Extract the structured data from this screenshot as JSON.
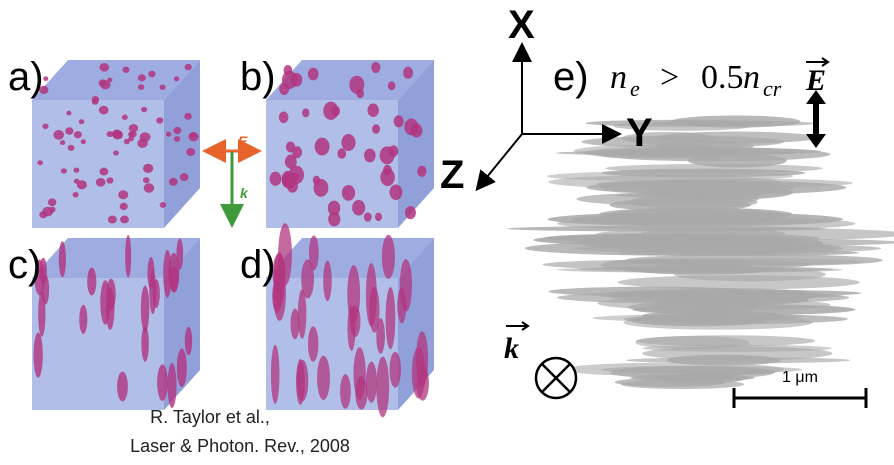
{
  "panels": {
    "a": "a)",
    "b": "b)",
    "c": "c)",
    "d": "d)",
    "e": "e)"
  },
  "small_axes": {
    "e_label": "E",
    "k_label": "k",
    "e_color": "#e8632b",
    "k_color": "#3e9a3a"
  },
  "citation": {
    "line1": "R. Taylor et al.,",
    "line2": "Laser & Photon. Rev., 2008"
  },
  "axes3d": {
    "x": "X",
    "y": "Y",
    "z": "Z"
  },
  "condition": {
    "n": "n",
    "n_sub": "e",
    "op": ">",
    "coef": "0.5",
    "ncr": "n",
    "ncr_sub": "cr"
  },
  "field_label": "E",
  "wave_label": "k",
  "scale_bar": "1 μm",
  "colors": {
    "cube_face": "#a9b7e6",
    "cube_top": "#8d9edd",
    "cube_side": "#7f8fd4",
    "dot": "#b1357f",
    "plasma": "#a9a9a9"
  }
}
